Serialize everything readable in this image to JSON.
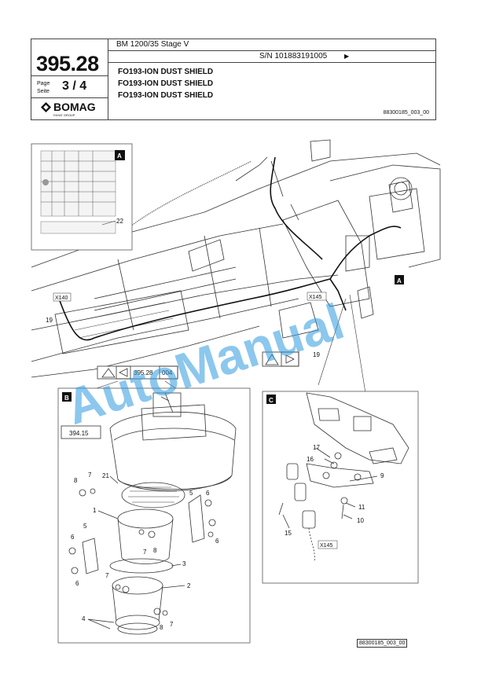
{
  "header": {
    "model": "BM 1200/35 Stage V",
    "serial": "S/N 101883191005",
    "serial_arrow": "▶",
    "titles": [
      "FO193-ION DUST SHIELD",
      "FO193-ION DUST SHIELD",
      "FO193-ION DUST SHIELD"
    ],
    "doc_number": "88300185_003_00",
    "section_number": "395.28",
    "page_label_1": "Page",
    "page_label_2": "Seite",
    "page_value": "3  /  4",
    "brand": "BOMAG",
    "brand_sub": "FAYAT GROUP"
  },
  "drawing": {
    "views": [
      "A",
      "B",
      "C"
    ],
    "reference_tag": {
      "group": "395.28",
      "sheet": "004"
    },
    "view_b_reference": "394.15",
    "connectors": [
      "X140",
      "X145",
      "X145"
    ],
    "callouts_main": [
      "19",
      "19",
      "22"
    ],
    "callouts_b": [
      "1",
      "2",
      "3",
      "4",
      "5",
      "5",
      "6",
      "6",
      "6",
      "6",
      "7",
      "7",
      "7",
      "7",
      "8",
      "8",
      "8",
      "21"
    ],
    "callouts_c": [
      "9",
      "10",
      "11",
      "15",
      "16",
      "17"
    ],
    "watermark": "AutoManual"
  },
  "footer": {
    "doc_number": "88300185_003_00"
  }
}
